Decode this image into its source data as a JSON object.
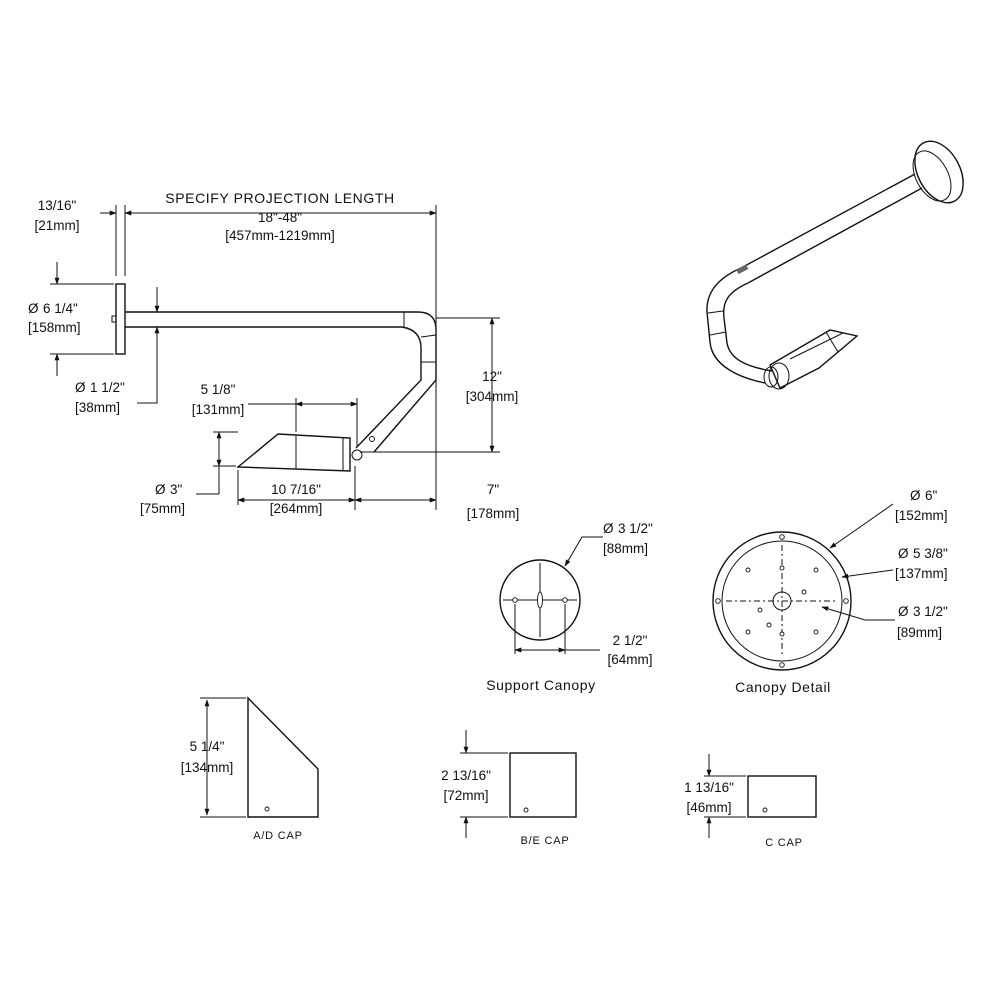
{
  "side_view": {
    "projection": {
      "line1": "SPECIFY PROJECTION LENGTH",
      "line2": "18\"-48\"",
      "line3": "[457mm-1219mm]"
    },
    "plate_thickness": {
      "imperial": "13/16\"",
      "metric": "[21mm]"
    },
    "plate_diameter": {
      "imperial": "6 1/4\"",
      "metric": "[158mm]"
    },
    "arm_diameter": {
      "imperial": "1 1/2\"",
      "metric": "[38mm]"
    },
    "head_top": {
      "imperial": "5 1/8\"",
      "metric": "[131mm]"
    },
    "drop": {
      "imperial": "12\"",
      "metric": "[304mm]"
    },
    "head_diameter": {
      "imperial": "3\"",
      "metric": "[75mm]"
    },
    "head_length": {
      "imperial": "10 7/16\"",
      "metric": "[264mm]"
    },
    "offset": {
      "imperial": "7\"",
      "metric": "[178mm]"
    }
  },
  "support_canopy": {
    "label": "Support Canopy",
    "diameter": {
      "imperial": "3 1/2\"",
      "metric": "[88mm]"
    },
    "hole_spacing": {
      "imperial": "2 1/2\"",
      "metric": "[64mm]"
    }
  },
  "canopy_detail": {
    "label": "Canopy Detail",
    "outer": {
      "imperial": "6\"",
      "metric": "[152mm]"
    },
    "bolt_circle": {
      "imperial": "5 3/8\"",
      "metric": "[137mm]"
    },
    "inner": {
      "imperial": "3 1/2\"",
      "metric": "[89mm]"
    }
  },
  "caps": [
    {
      "label": "A/D CAP",
      "imperial": "5 1/4\"",
      "metric": "[134mm]"
    },
    {
      "label": "B/E CAP",
      "imperial": "2 13/16\"",
      "metric": "[72mm]"
    },
    {
      "label": "C CAP",
      "imperial": "1 13/16\"",
      "metric": "[46mm]"
    }
  ],
  "diameter_symbol": "Ø"
}
